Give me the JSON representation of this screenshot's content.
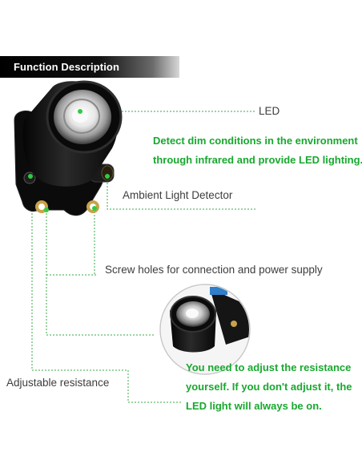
{
  "header": {
    "title": "Function Description"
  },
  "labels": {
    "led": "LED",
    "ambient_light_detector": "Ambient Light Detector",
    "screw_holes": "Screw holes for connection and power supply",
    "adjustable_resistance": "Adjustable resistance"
  },
  "notes": {
    "led_note_line1": "Detect dim conditions in the environment",
    "led_note_line2": "through infrared and provide LED lighting.",
    "resistance_note_line1": "You need to adjust the resistance",
    "resistance_note_line2": "yourself. If you don't adjust it, the",
    "resistance_note_line3": "LED light will always be on."
  },
  "colors": {
    "accent_green": "#18a82f",
    "leader_line_green": "#3aa845",
    "header_bg": "#000000"
  },
  "icons": [
    "led-module-image",
    "led-module-closeup-image"
  ]
}
